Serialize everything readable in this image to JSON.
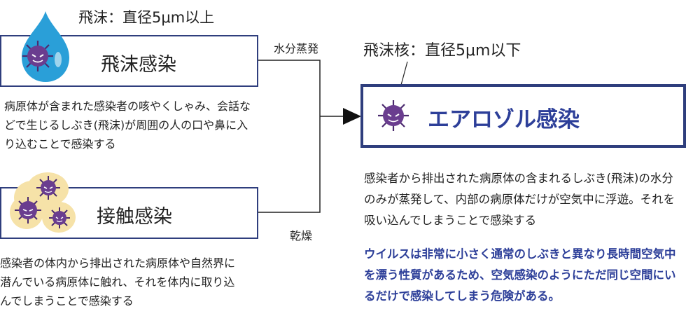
{
  "droplet_caption": "飛沫：直径5μm以上",
  "nucleus_caption": "飛沫核：直径5μm以下",
  "boxes": {
    "droplet": "飛沫感染",
    "contact": "接触感染",
    "aerosol": "エアロゾル感染"
  },
  "descriptions": {
    "droplet": "病原体が含まれた感染者の咳やくしゃみ、会話などで生じるしぶき(飛沫)が周囲の人の口や鼻に入り込むことで感染する",
    "contact": "感染者の体内から排出された病原体や自然界に潜んでいる病原体に触れ、それを体内に取り込んでしまうことで感染する",
    "aerosol": "感染者から排出された病原体の含まれるしぶき(飛沫)の水分のみが蒸発して、内部の病原体だけが空気中に浮遊。それを吸い込んでしまうことで感染する",
    "aerosol_emphasis": "ウイルスは非常に小さく通常のしぶきと異なり長時間空気中を漂う性質があるため、空気感染のようにただ同じ空間にいるだけで感染してしまう危険がある。"
  },
  "arrow_labels": {
    "evaporation": "水分蒸発",
    "drying": "乾燥"
  },
  "colors": {
    "box_border": "#2f3e7d",
    "emphasis_text": "#2d3f99",
    "water_drop": "#2a9fd8",
    "virus": "#6a3d8f",
    "contact_blob": "#f6e2a8"
  },
  "icons": [
    "water-drop-icon",
    "virus-icon",
    "blob-icon"
  ]
}
